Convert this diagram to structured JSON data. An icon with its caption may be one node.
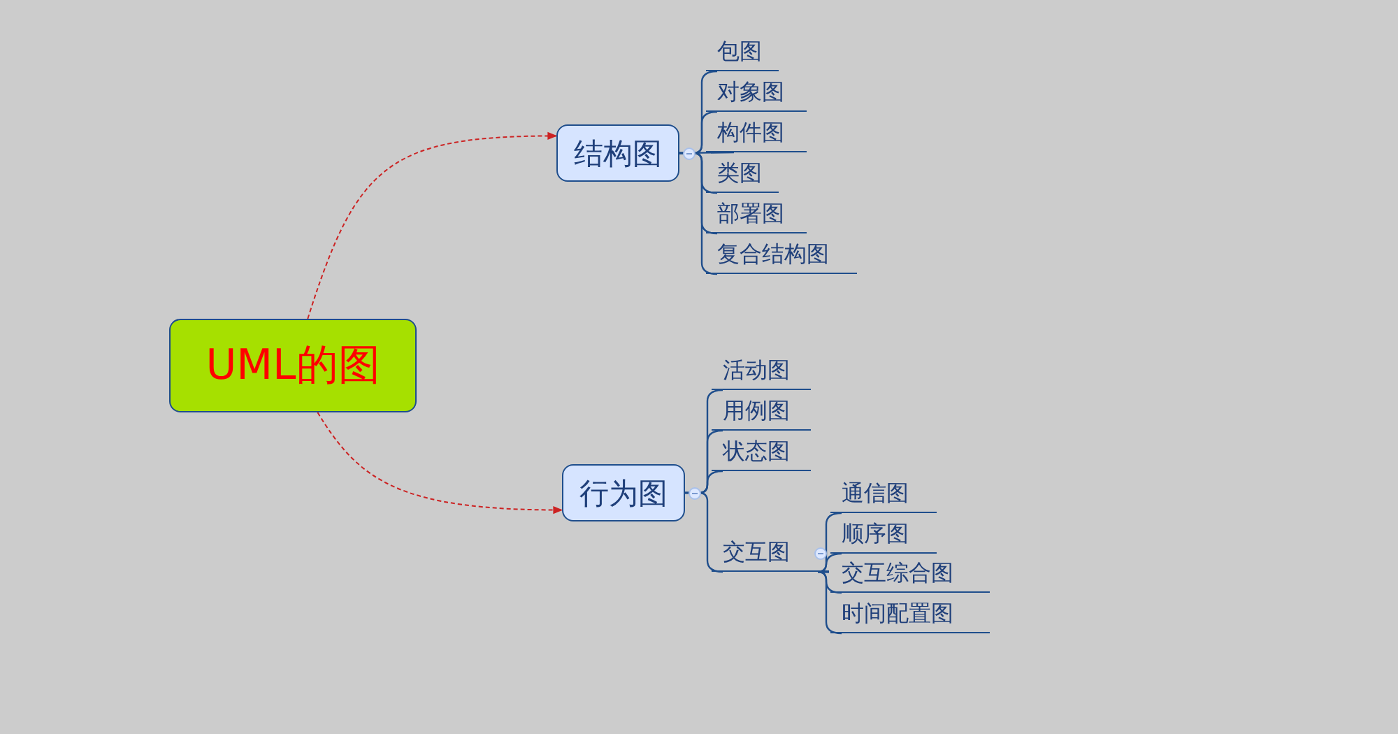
{
  "diagram": {
    "nodes": [
      {
        "text": [
          "UML的图"
        ]
      },
      {
        "text": [
          "结构图"
        ]
      },
      {
        "text": [
          "包图"
        ]
      },
      {
        "text": [
          "对象图"
        ]
      },
      {
        "text": [
          "构件图"
        ]
      },
      {
        "text": [
          "类图"
        ]
      },
      {
        "text": [
          "部署图"
        ]
      },
      {
        "text": [
          "复合结构图"
        ]
      },
      {
        "text": [
          "行为图"
        ]
      },
      {
        "text": [
          "活动图"
        ]
      },
      {
        "text": [
          "用例图"
        ]
      },
      {
        "text": [
          "状态图"
        ]
      },
      {
        "text": [
          "交互图"
        ]
      },
      {
        "text": [
          "通信图"
        ]
      },
      {
        "text": [
          "顺序图"
        ]
      },
      {
        "text": [
          "交互综合图"
        ]
      },
      {
        "text": [
          "时间配置图"
        ]
      }
    ],
    "edges": [
      {
        "from": 0,
        "to": 1,
        "arrow": "to",
        "style": "dashed",
        "color": "#cc2222"
      },
      {
        "from": 0,
        "to": 8,
        "arrow": "to",
        "style": "dashed",
        "color": "#cc2222"
      },
      {
        "from": 1,
        "to": 2,
        "arrow": "none"
      },
      {
        "from": 1,
        "to": 3,
        "arrow": "none"
      },
      {
        "from": 1,
        "to": 4,
        "arrow": "none"
      },
      {
        "from": 1,
        "to": 5,
        "arrow": "none"
      },
      {
        "from": 1,
        "to": 6,
        "arrow": "none"
      },
      {
        "from": 1,
        "to": 7,
        "arrow": "none"
      },
      {
        "from": 8,
        "to": 9,
        "arrow": "none"
      },
      {
        "from": 8,
        "to": 10,
        "arrow": "none"
      },
      {
        "from": 8,
        "to": 11,
        "arrow": "none"
      },
      {
        "from": 8,
        "to": 12,
        "arrow": "none"
      },
      {
        "from": 12,
        "to": 13,
        "arrow": "none"
      },
      {
        "from": 12,
        "to": 14,
        "arrow": "none"
      },
      {
        "from": 12,
        "to": 15,
        "arrow": "none"
      },
      {
        "from": 12,
        "to": 16,
        "arrow": "none"
      }
    ]
  }
}
